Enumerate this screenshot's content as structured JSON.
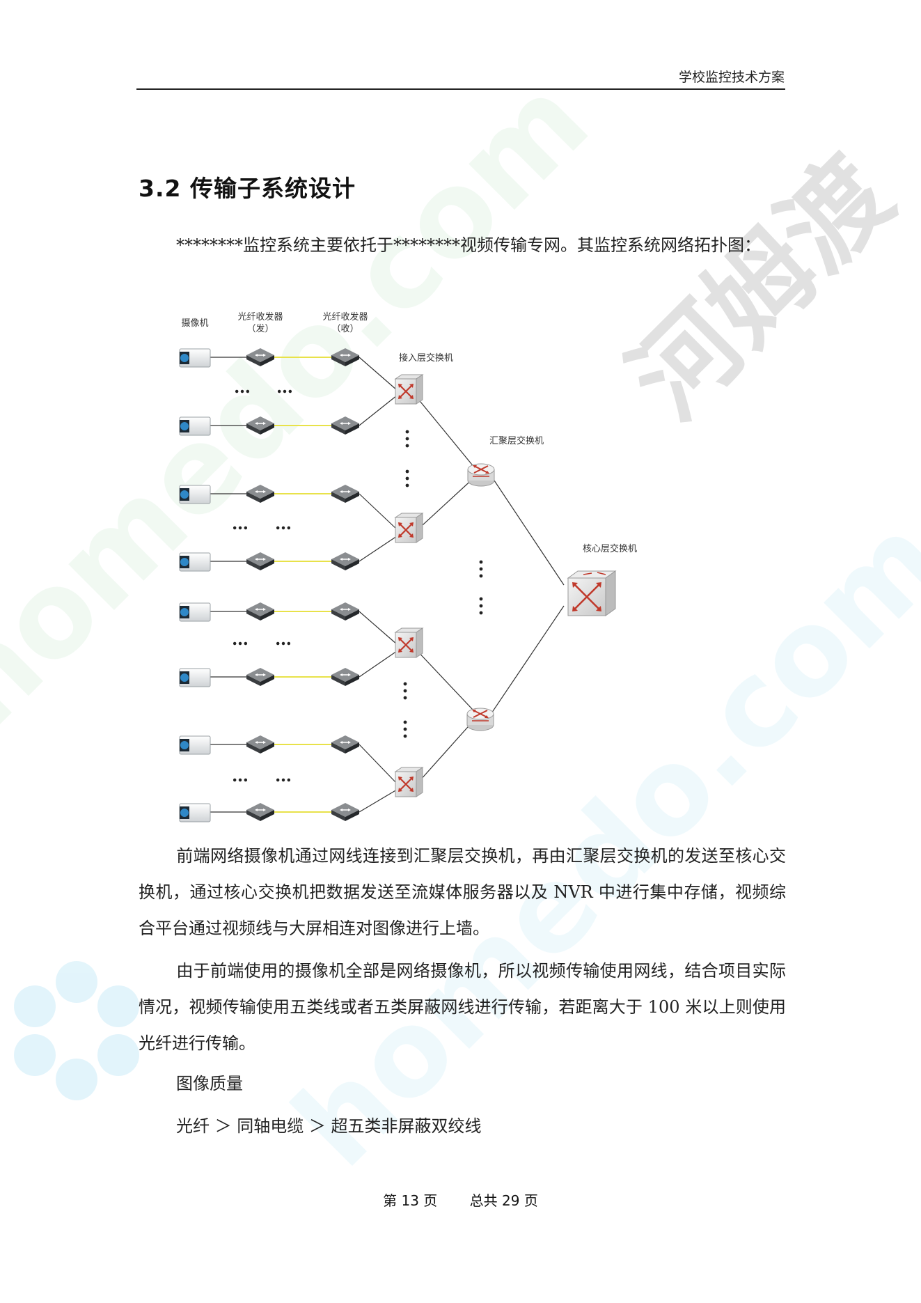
{
  "header": {
    "title": "学校监控技术方案"
  },
  "section": {
    "heading": "3.2 传输子系统设计"
  },
  "intro": "********监控系统主要依托于********视频传输专网。其监控系统网络拓扑图：",
  "diagram": {
    "labels": {
      "camera": "摄像机",
      "transceiver_send_1": "光纤收发器",
      "transceiver_send_2": "（发）",
      "transceiver_recv_1": "光纤收发器",
      "transceiver_recv_2": "（收）",
      "access_switch": "接入层交换机",
      "aggregation_switch": "汇聚层交换机",
      "core_switch": "核心层交换机"
    },
    "ellipsis": "…"
  },
  "paragraphs": [
    "前端网络摄像机通过网线连接到汇聚层交换机，再由汇聚层交换机的发送至核心交换机，通过核心交换机把数据发送至流媒体服务器以及 NVR 中进行集中存储，视频综合平台通过视频线与大屏相连对图像进行上墙。",
    "由于前端使用的摄像机全部是网络摄像机，所以视频传输使用网线，结合项目实际情况，视频传输使用五类线或者五类屏蔽网线进行传输，若距离大于 100 米以上则使用光纤进行传输。"
  ],
  "quality": {
    "label": "图像质量",
    "ranking": "光纤 ＞ 同轴电缆 ＞ 超五类非屏蔽双绞线"
  },
  "footer": {
    "page": "第 13 页",
    "total": "总共 29 页"
  },
  "watermark": {
    "brand": "河姆渡",
    "site": "homedo.com"
  },
  "colors": {
    "fiber_line": "#e8e24a",
    "router_red": "#c0392b"
  }
}
